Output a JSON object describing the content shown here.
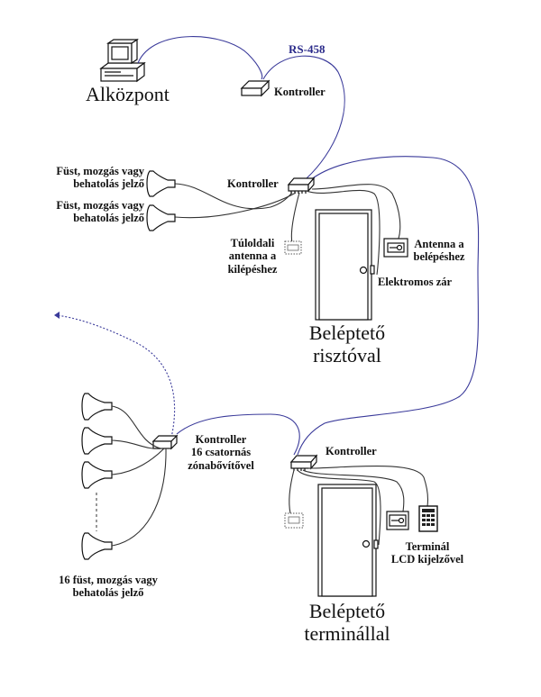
{
  "diagram": {
    "title": "Beléptető és riasztó rendszer",
    "bus_label": "RS-458",
    "central": {
      "label": "Alközpont",
      "icon": "computer-icon"
    },
    "main_controller": {
      "label": "Kontroller",
      "icon": "controller-box-icon"
    },
    "door1": {
      "controller_label": "Kontroller",
      "sensor1_label": [
        "Füst, mozgás vagy",
        "behatolás jelző"
      ],
      "sensor2_label": [
        "Füst, mozgás vagy",
        "behatolás jelző"
      ],
      "exit_antenna_label": [
        "Túloldali",
        "antenna a",
        "kilépéshez"
      ],
      "entry_antenna_label": [
        "Antenna a",
        "belépéshez"
      ],
      "lock_label": "Elektromos zár",
      "caption": [
        "Beléptető",
        "risztóval"
      ]
    },
    "zone_expander": {
      "controller_label": [
        "Kontroller",
        "16 csatornás",
        "zónabővítővel"
      ],
      "sensors_label": [
        "16 füst, mozgás vagy",
        "behatolás jelző"
      ],
      "sensor_count": 16
    },
    "door2": {
      "controller_label": "Kontroller",
      "terminal_label": [
        "Terminál",
        "LCD kijelzővel"
      ],
      "caption": [
        "Beléptető",
        "terminállal"
      ]
    },
    "colors": {
      "bus_wire": "#3a3a9a",
      "device_wire": "#333333",
      "background": "#ffffff"
    }
  }
}
